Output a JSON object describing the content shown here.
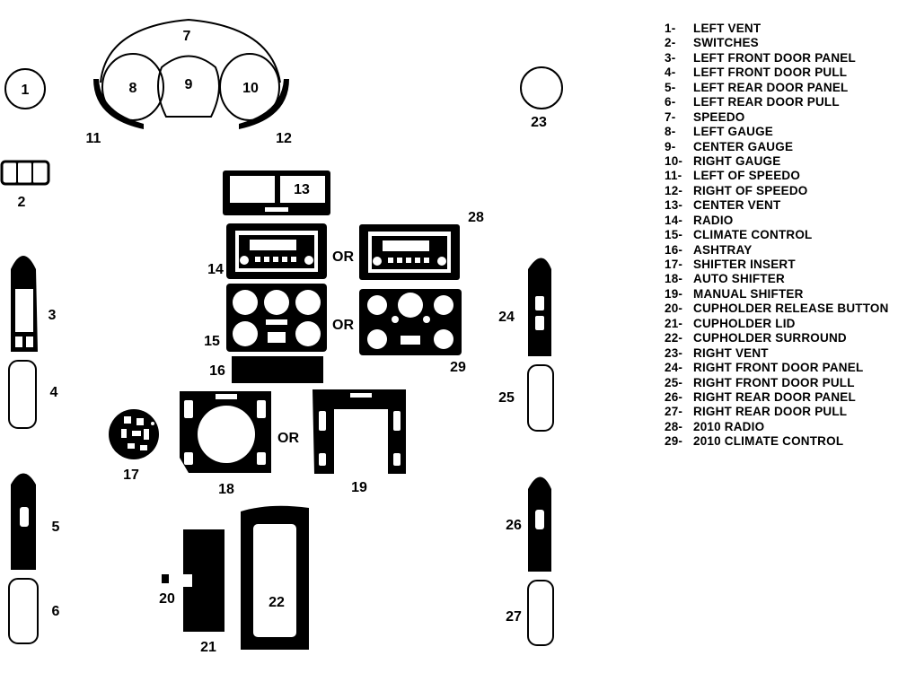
{
  "parts": [
    {
      "num": "1",
      "name": "LEFT VENT"
    },
    {
      "num": "2",
      "name": "SWITCHES"
    },
    {
      "num": "3",
      "name": "LEFT FRONT DOOR PANEL"
    },
    {
      "num": "4",
      "name": "LEFT FRONT DOOR PULL"
    },
    {
      "num": "5",
      "name": "LEFT REAR DOOR PANEL"
    },
    {
      "num": "6",
      "name": "LEFT REAR DOOR PULL"
    },
    {
      "num": "7",
      "name": "SPEEDO"
    },
    {
      "num": "8",
      "name": "LEFT GAUGE"
    },
    {
      "num": "9",
      "name": "CENTER GAUGE"
    },
    {
      "num": "10",
      "name": "RIGHT GAUGE"
    },
    {
      "num": "11",
      "name": "LEFT OF SPEEDO"
    },
    {
      "num": "12",
      "name": "RIGHT OF SPEEDO"
    },
    {
      "num": "13",
      "name": "CENTER VENT"
    },
    {
      "num": "14",
      "name": "RADIO"
    },
    {
      "num": "15",
      "name": "CLIMATE CONTROL"
    },
    {
      "num": "16",
      "name": "ASHTRAY"
    },
    {
      "num": "17",
      "name": "SHIFTER INSERT"
    },
    {
      "num": "18",
      "name": "AUTO SHIFTER"
    },
    {
      "num": "19",
      "name": "MANUAL SHIFTER"
    },
    {
      "num": "20",
      "name": "CUPHOLDER RELEASE BUTTON"
    },
    {
      "num": "21",
      "name": "CUPHOLDER LID"
    },
    {
      "num": "22",
      "name": "CUPHOLDER SURROUND"
    },
    {
      "num": "23",
      "name": "RIGHT VENT"
    },
    {
      "num": "24",
      "name": "RIGHT FRONT DOOR PANEL"
    },
    {
      "num": "25",
      "name": "RIGHT FRONT DOOR PULL"
    },
    {
      "num": "26",
      "name": "RIGHT REAR DOOR PANEL"
    },
    {
      "num": "27",
      "name": "RIGHT REAR DOOR PULL"
    },
    {
      "num": "28",
      "name": "2010 RADIO"
    },
    {
      "num": "29",
      "name": "2010 CLIMATE CONTROL"
    }
  ],
  "legend_suffix": "-",
  "or_label": "OR"
}
